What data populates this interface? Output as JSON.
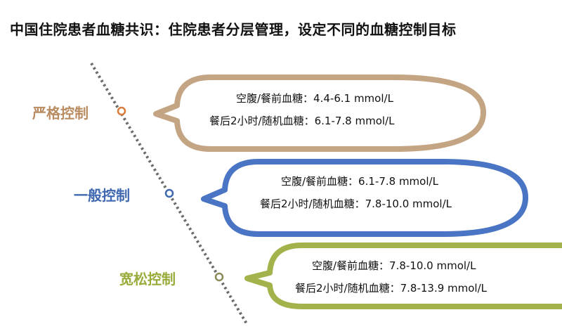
{
  "title": "中国住院患者血糖共识：住院患者分层管理，设定不同的血糖控制目标",
  "levels": [
    {
      "label": "严格控制",
      "color": "#c4a583",
      "lines": [
        "空腹/餐前血糖：4.4-6.1 mmol/L",
        "餐后2小时/随机血糖：6.1-7.8 mmol/L"
      ]
    },
    {
      "label": "一般控制",
      "color": "#4a74c4",
      "lines": [
        "空腹/餐前血糖：6.1-7.8 mmol/L",
        "餐后2小时/随机血糖：7.8-10.0 mmol/L"
      ]
    },
    {
      "label": "宽松控制",
      "color": "#a3b24a",
      "lines": [
        "空腹/餐前血糖：7.8-10.0 mmol/L",
        "餐后2小时/随机血糖：7.8-13.9 mmol/L"
      ]
    }
  ],
  "colors": {
    "dotted_line": "#6b6b6b",
    "level1_label": "#b98c62",
    "level2_label": "#3f68b0",
    "level3_label": "#9aab3c",
    "level1_marker": "#d97b3a",
    "level2_marker": "#3f68b0",
    "level3_marker": "#8b8b5a"
  }
}
